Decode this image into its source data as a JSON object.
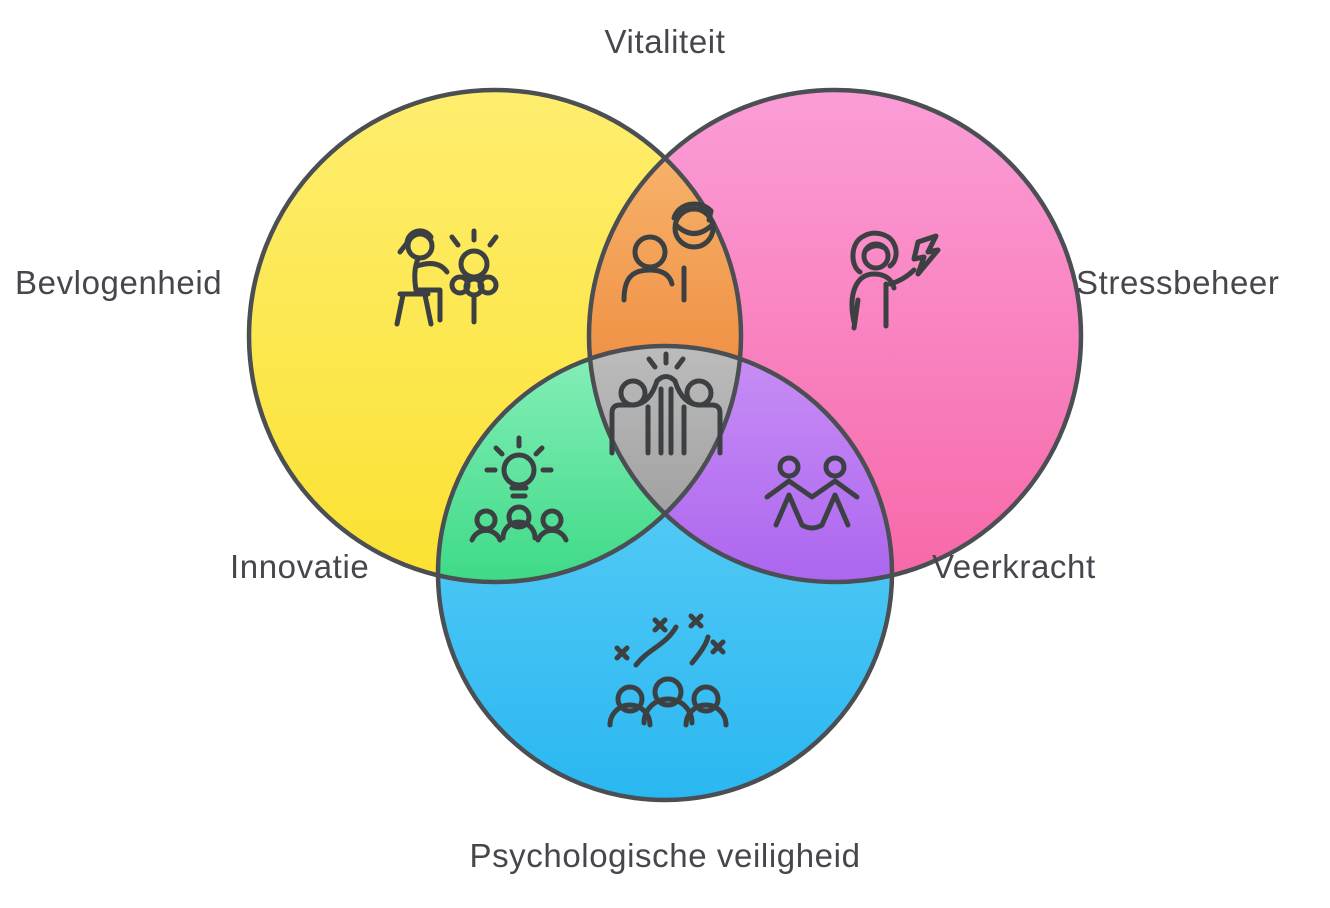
{
  "background_color": "#ffffff",
  "label_color": "#45474C",
  "outline_color": "#4B4E52",
  "icon_stroke_color": "#3C4043",
  "venn": {
    "circles": [
      {
        "label": "Bevlogenheid",
        "icon": "mentoring-person-flower-icon",
        "color_top": "#FEEE6E",
        "color_bottom": "#FBE132"
      },
      {
        "label": "Stressbeheer",
        "icon": "person-with-lightning-icon",
        "color_top": "#FB9DD7",
        "color_bottom": "#F768A8"
      },
      {
        "label": "Psychologische veiligheid",
        "icon": "celebrating-group-icon",
        "color_top": "#67D3F8",
        "color_bottom": "#2AB7F1"
      }
    ],
    "intersections": [
      {
        "label": "Vitaliteit",
        "between": [
          "Bevlogenheid",
          "Stressbeheer"
        ],
        "icon": "person-globe-renewal-icon",
        "color_top": "#F7B169",
        "color_bottom": "#EF9347"
      },
      {
        "label": "Innovatie",
        "between": [
          "Bevlogenheid",
          "Psychologische veiligheid"
        ],
        "icon": "lightbulb-team-icon",
        "color_top": "#84EEB7",
        "color_bottom": "#3FDA88"
      },
      {
        "label": "Veerkracht",
        "between": [
          "Stressbeheer",
          "Psychologische veiligheid"
        ],
        "icon": "two-people-holding-hands-icon",
        "color_top": "#C78DF5",
        "color_bottom": "#AD66EF"
      },
      {
        "label": "",
        "between": [
          "Bevlogenheid",
          "Stressbeheer",
          "Psychologische veiligheid"
        ],
        "icon": "high-five-icon",
        "color_top": "#BCBCBC",
        "color_bottom": "#A1A1A1"
      }
    ]
  }
}
